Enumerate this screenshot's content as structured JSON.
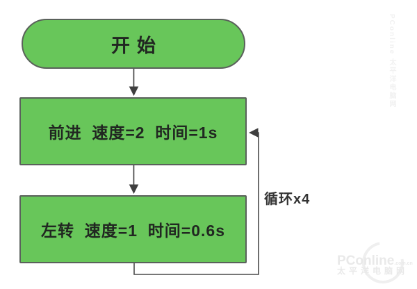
{
  "flowchart": {
    "nodes": {
      "start": {
        "type": "terminator",
        "label": "开始"
      },
      "forward": {
        "type": "process",
        "label": "前进  速度=2  时间=1s"
      },
      "turnleft": {
        "type": "process",
        "label": "左转  速度=1  时间=0.6s"
      }
    },
    "loop_label": "循环x4",
    "colors": {
      "node_fill": "#68c65a",
      "node_border": "#5a615b",
      "connector": "#3f3f3f",
      "text": "#212721"
    }
  },
  "watermark": {
    "brand": "PConline",
    "suffix": ".com.cn",
    "site_name": "太平洋电脑网",
    "vertical_text": "PConline 太平洋电脑网"
  }
}
